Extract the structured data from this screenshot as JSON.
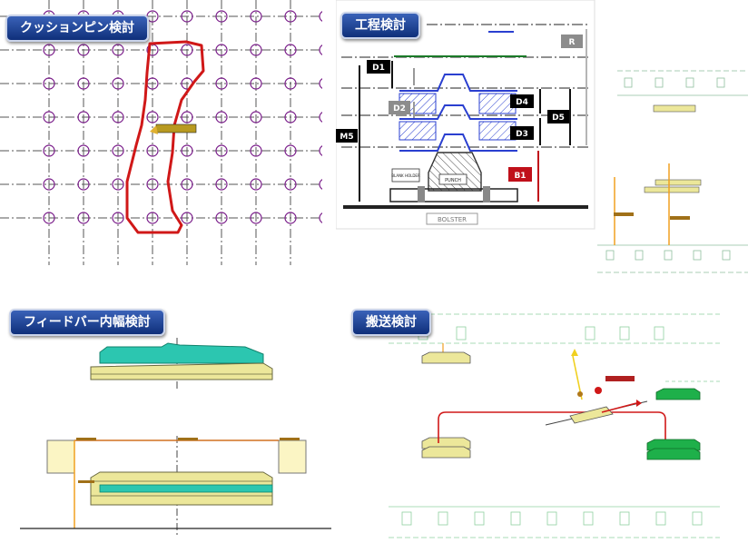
{
  "panels": {
    "cushion": {
      "title": "クッションピン検討"
    },
    "process": {
      "title": "工程検討",
      "labels": {
        "d1": "D1",
        "d2": "D2",
        "d3": "D3",
        "d4": "D4",
        "d5": "D5",
        "m5": "M5",
        "b1": "B1",
        "r": "R",
        "bolster": "BOLSTER",
        "punch": "PUNCH",
        "blank_holder": "BLANK HOLDER"
      }
    },
    "feedbar": {
      "title": "フィードバー内幅検討"
    },
    "transfer": {
      "title": "搬送検討"
    }
  },
  "colors": {
    "badge_top": "#3a62b8",
    "badge_bottom": "#0f2f7a",
    "pin_grid": "#7a1d8a",
    "outline_red": "#d01818",
    "die_blue": "#2a3fd0",
    "label_black": "#000000",
    "label_gray": "#8c8c8c",
    "label_red": "#c0101a",
    "part_yellow": "#ece79a",
    "part_cyan": "#2cc6b0",
    "part_green": "#1eb04a",
    "arrow_orange": "#f0a020"
  }
}
